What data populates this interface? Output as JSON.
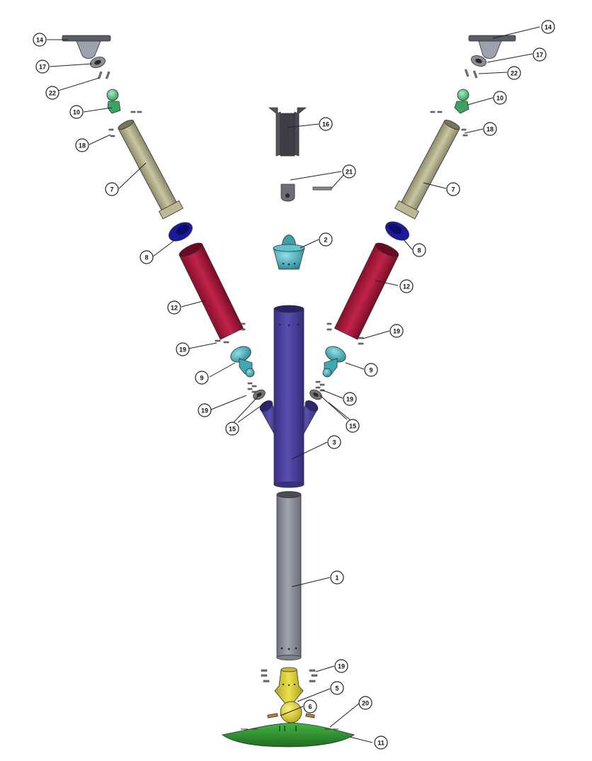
{
  "diagram": {
    "balloons": [
      {
        "id": "b14-left",
        "label": "14"
      },
      {
        "id": "b17-left",
        "label": "17"
      },
      {
        "id": "b22-left",
        "label": "22"
      },
      {
        "id": "b10-left",
        "label": "10"
      },
      {
        "id": "b18-left",
        "label": "18"
      },
      {
        "id": "b7-left",
        "label": "7"
      },
      {
        "id": "b8-left",
        "label": "8"
      },
      {
        "id": "b12-left",
        "label": "12"
      },
      {
        "id": "b19-left-a",
        "label": "19"
      },
      {
        "id": "b9-left",
        "label": "9"
      },
      {
        "id": "b19-left-b",
        "label": "19"
      },
      {
        "id": "b15-left",
        "label": "15"
      },
      {
        "id": "b14-right",
        "label": "14"
      },
      {
        "id": "b17-right",
        "label": "17"
      },
      {
        "id": "b22-right",
        "label": "22"
      },
      {
        "id": "b10-right",
        "label": "10"
      },
      {
        "id": "b18-right",
        "label": "18"
      },
      {
        "id": "b7-right",
        "label": "7"
      },
      {
        "id": "b8-right",
        "label": "8"
      },
      {
        "id": "b12-right",
        "label": "12"
      },
      {
        "id": "b19-right-a",
        "label": "19"
      },
      {
        "id": "b9-right",
        "label": "9"
      },
      {
        "id": "b19-right-b",
        "label": "19"
      },
      {
        "id": "b15-right",
        "label": "15"
      },
      {
        "id": "b16",
        "label": "16"
      },
      {
        "id": "b21",
        "label": "21"
      },
      {
        "id": "b2",
        "label": "2"
      },
      {
        "id": "b3",
        "label": "3"
      },
      {
        "id": "b1",
        "label": "1"
      },
      {
        "id": "b19-bottom",
        "label": "19"
      },
      {
        "id": "b5",
        "label": "5"
      },
      {
        "id": "b6",
        "label": "6"
      },
      {
        "id": "b20",
        "label": "20"
      },
      {
        "id": "b11",
        "label": "11"
      }
    ],
    "colors": {
      "main_tube": "#4b3f9a",
      "lower_tube": "#8a8d99",
      "red_tube": "#a5193a",
      "khaki_tube": "#b3b08c",
      "blue_ring": "#1a1a9e",
      "teal_part": "#3fa9b3",
      "green_ball": "#4fbf7a",
      "yellow_part": "#d9cc32",
      "base_plate": "#2a8a2a",
      "hardware": "#7a7a80",
      "bracket": "#4a4a52"
    }
  }
}
